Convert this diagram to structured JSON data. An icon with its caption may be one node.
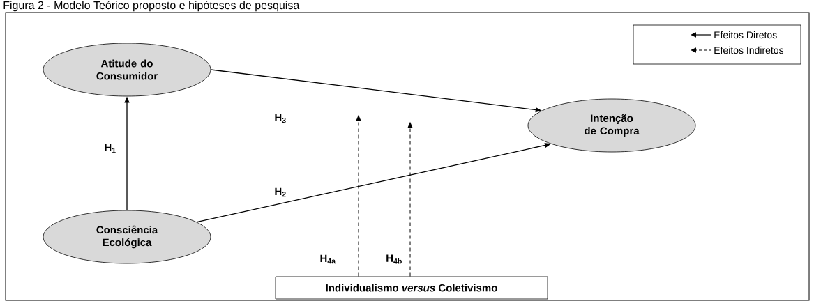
{
  "diagram": {
    "title": "Figura 2 - Modelo Teórico proposto e hipóteses de pesquisa",
    "nodes": [
      {
        "text": [
          "Atitude do Consumidor"
        ]
      },
      {
        "text": [
          "Intenção de Compra"
        ]
      },
      {
        "text": [
          "Consciência Ecológica"
        ]
      },
      {
        "text": [
          "Individualismo *versus* Coletivismo"
        ]
      }
    ],
    "edges": [
      {
        "from": 2,
        "to": 0,
        "arrow": "to",
        "label": "H$_{1}$"
      },
      {
        "from": 0,
        "to": 1,
        "arrow": "to",
        "label": "H$_{3}$"
      },
      {
        "from": 2,
        "to": 1,
        "arrow": "to",
        "label": "H$_{2}$"
      },
      {
        "from": 3,
        "to": null,
        "arrow": "to",
        "label": "H$_{4a}$",
        "style": "dashed"
      },
      {
        "from": 3,
        "to": null,
        "arrow": "to",
        "label": "H$_{4b}$",
        "style": "dashed"
      }
    ],
    "legend": [
      {
        "text": "Efeitos Diretos"
      },
      {
        "text": "Efeitos Indiretos"
      }
    ]
  }
}
